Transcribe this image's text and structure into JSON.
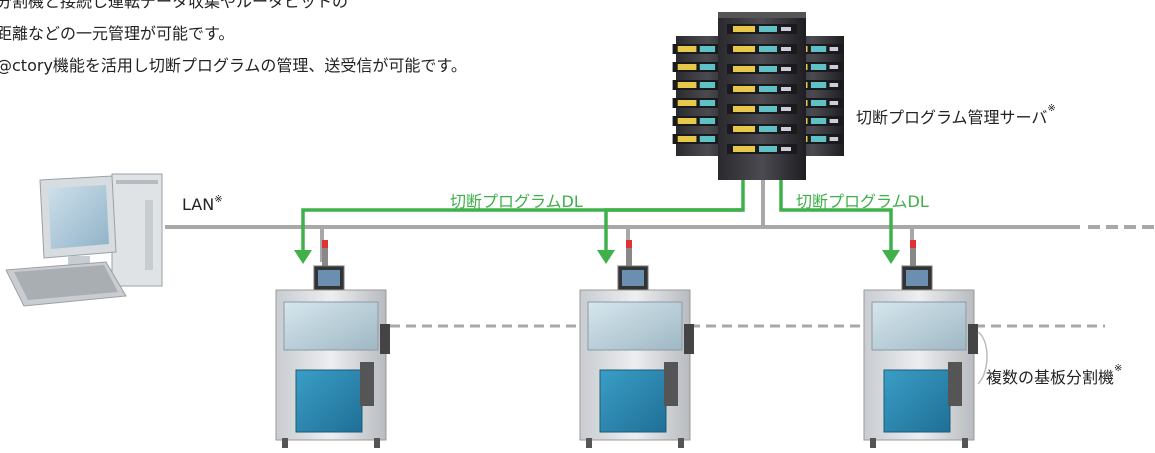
{
  "intro": {
    "line1": "分割機と接続し運転データ収集やルータビットの",
    "line2": "距離などの一元管理が可能です。",
    "line3": "@ctory機能を活用し切断プログラムの管理、送受信が可能です。"
  },
  "server": {
    "label": "切断プログラム管理サーバ",
    "note": "※"
  },
  "lan": {
    "label": "LAN",
    "note": "※"
  },
  "download": {
    "label_left": "切断プログラムDL",
    "label_right": "切断プログラムDL"
  },
  "machines": {
    "label": "複数の基板分割機",
    "note": "※",
    "count": 3
  },
  "colors": {
    "lan_line": "#a8a8a8",
    "download_arrow": "#3fb04a",
    "dashed": "#a8a8a8"
  }
}
